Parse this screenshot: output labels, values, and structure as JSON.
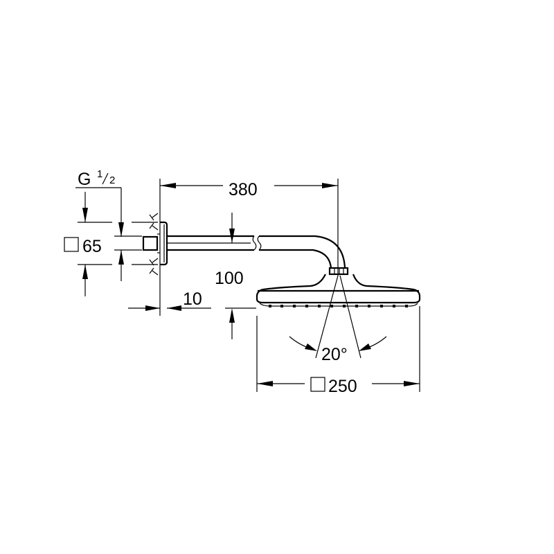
{
  "drawing": {
    "thread_label": "G",
    "thread_num": "1",
    "thread_den": "2",
    "flange_label": "65",
    "arm_length": "380",
    "drop_height": "100",
    "wall_gap": "10",
    "spray_angle": "20°",
    "head_size": "250"
  }
}
